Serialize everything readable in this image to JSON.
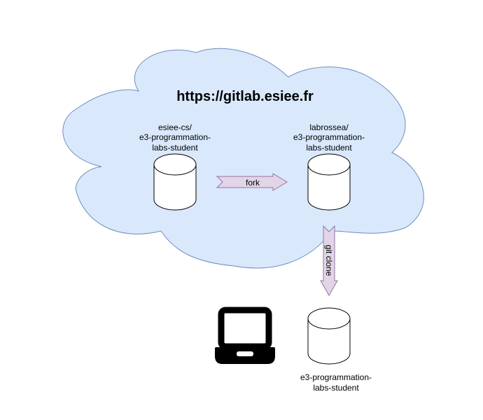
{
  "cloud": {
    "title": "https://gitlab.esiee.fr",
    "fill": "#dae8fc",
    "stroke": "#6c8ebf"
  },
  "repos": {
    "upstream": {
      "lines": [
        "esiee-cs/",
        "e3-programmation-",
        "labs-student"
      ]
    },
    "fork": {
      "lines": [
        "labrossea/",
        "e3-programmation-",
        "labs-student"
      ]
    },
    "local": {
      "lines": [
        "e3-programmation-",
        "labs-student"
      ]
    }
  },
  "arrows": {
    "fork_label": "fork",
    "clone_label": "git clone",
    "fill": "#e1d5e7",
    "stroke": "#9673a6"
  },
  "laptop": {
    "icon": "laptop-icon"
  }
}
